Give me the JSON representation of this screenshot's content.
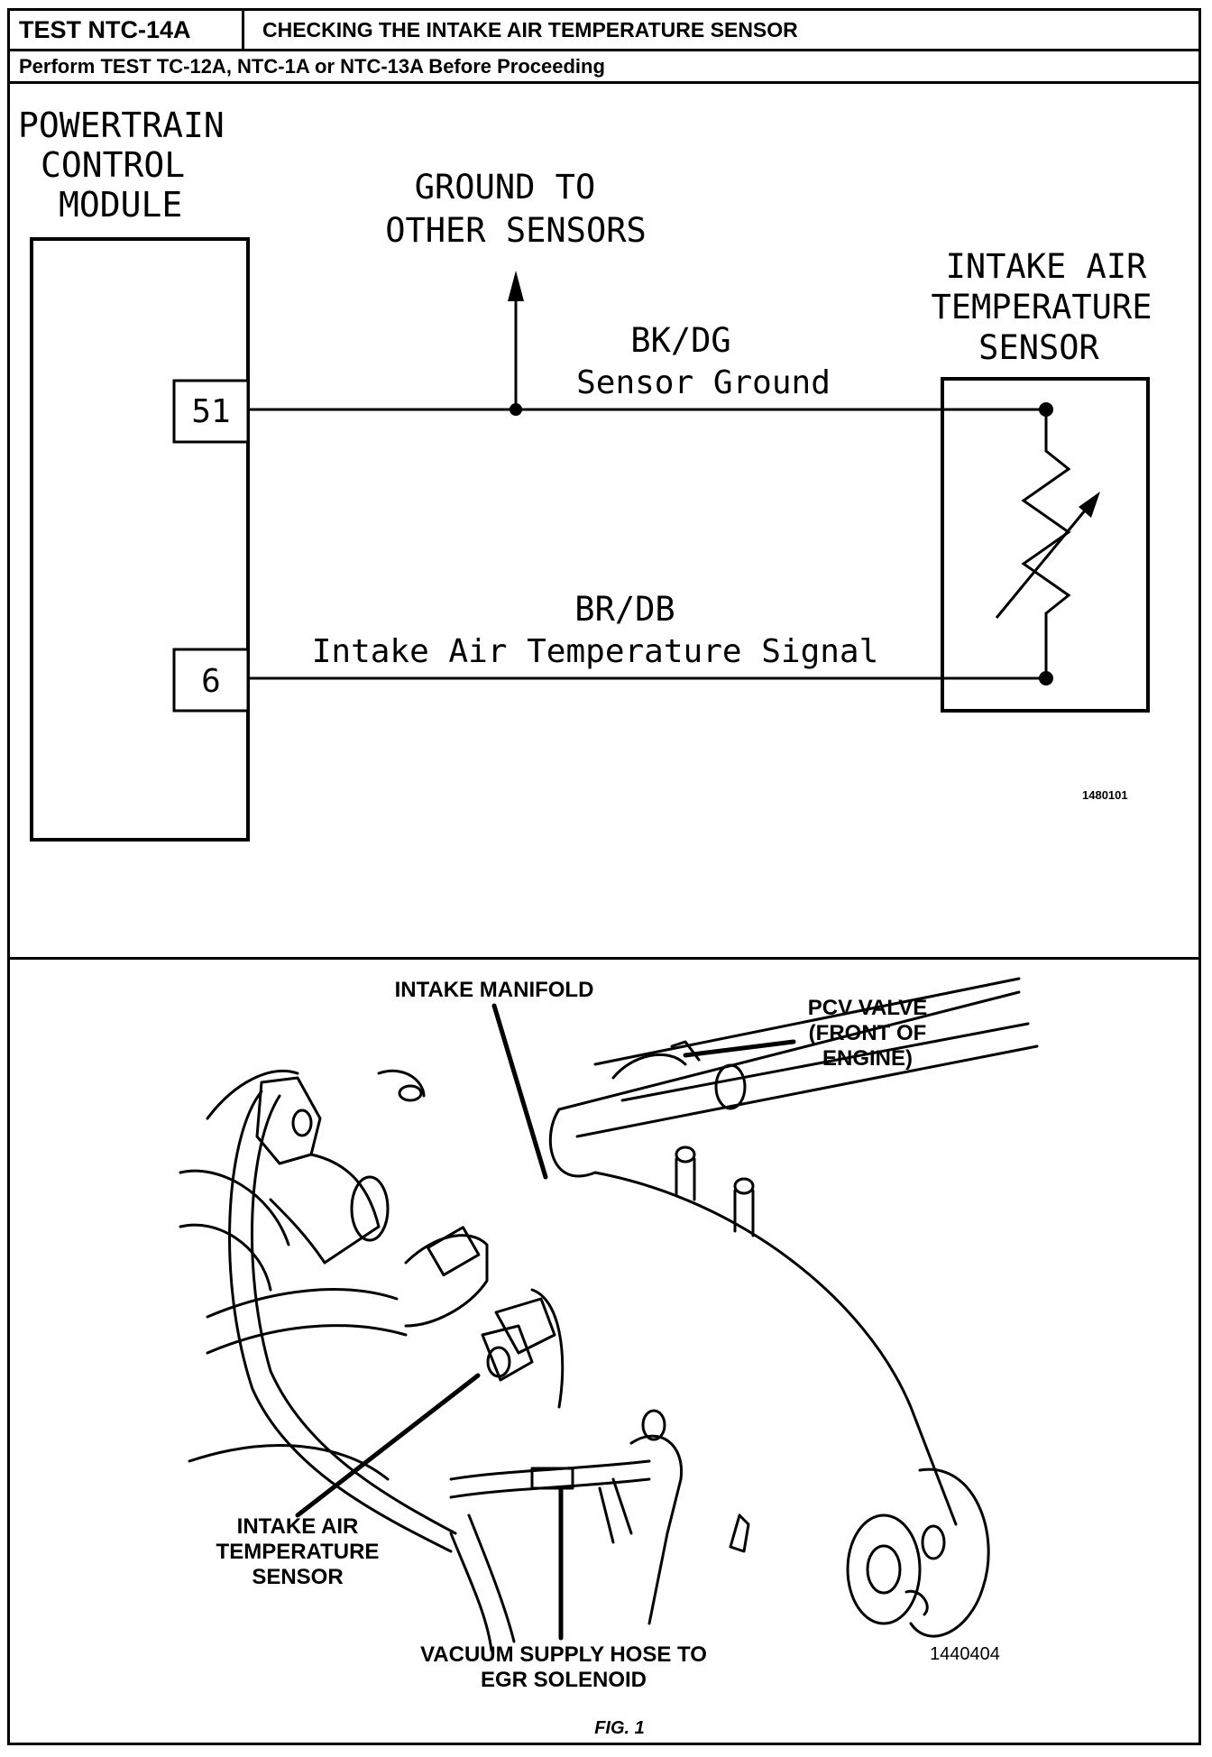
{
  "header": {
    "test_id": "TEST NTC-14A",
    "title": "CHECKING THE INTAKE AIR TEMPERATURE SENSOR",
    "instruction": "Perform TEST TC-12A, NTC-1A or NTC-13A Before Proceeding"
  },
  "schematic": {
    "pcm_label": [
      "POWERTRAIN",
      "CONTROL",
      "MODULE"
    ],
    "pin_top": "51",
    "pin_bottom": "6",
    "ground_label": [
      "GROUND TO",
      "OTHER SENSORS"
    ],
    "wire_top_color": "BK/DG",
    "wire_top_name": "Sensor Ground",
    "wire_bottom_color": "BR/DB",
    "wire_bottom_name": "Intake Air Temperature Signal",
    "sensor_label": [
      "INTAKE AIR",
      "TEMPERATURE",
      "SENSOR"
    ],
    "figure_code": "1480101"
  },
  "illustration": {
    "intake_manifold": "INTAKE MANIFOLD",
    "pcv_valve": [
      "PCV VALVE",
      "(FRONT OF",
      "ENGINE)"
    ],
    "iat_sensor": [
      "INTAKE AIR",
      "TEMPERATURE",
      "SENSOR"
    ],
    "vacuum_hose": [
      "VACUUM SUPPLY HOSE TO",
      "EGR SOLENOID"
    ],
    "figure_code": "1440404",
    "caption": "FIG. 1"
  }
}
